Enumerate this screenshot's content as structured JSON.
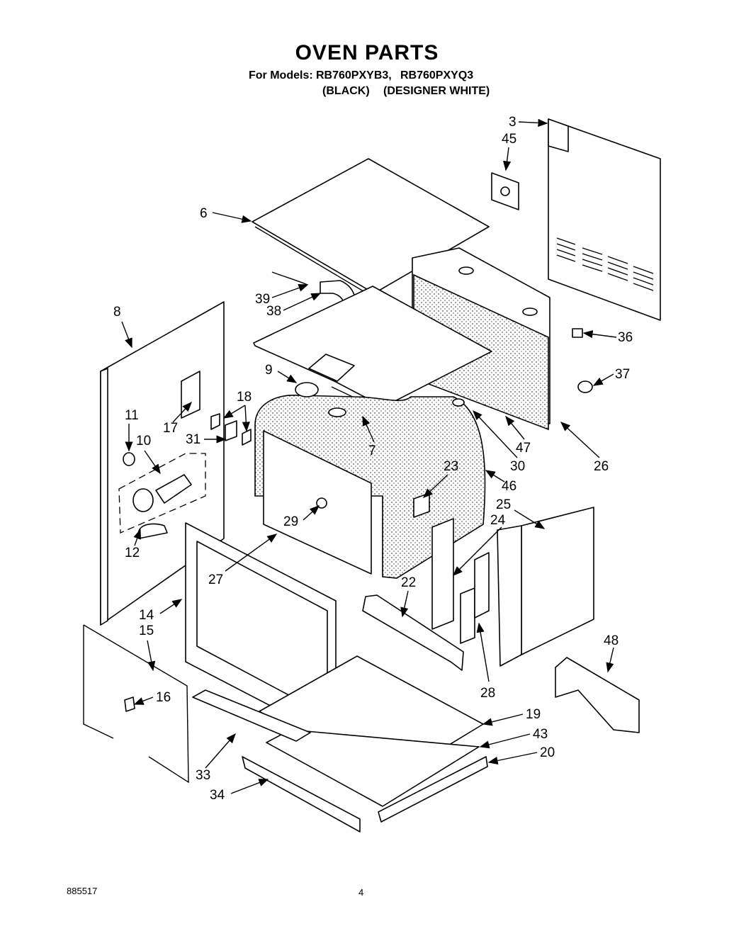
{
  "header": {
    "title": "OVEN PARTS",
    "models_prefix": "For Models:",
    "model_1": "RB760PXYB3,",
    "model_2": "RB760PXYQ3",
    "color_1": "(BLACK)",
    "color_2": "(DESIGNER WHITE)"
  },
  "footer": {
    "doc_number": "885517",
    "page_number": "4"
  },
  "callouts": [
    "3",
    "45",
    "6",
    "39",
    "38",
    "8",
    "36",
    "9",
    "37",
    "18",
    "11",
    "17",
    "31",
    "10",
    "7",
    "47",
    "30",
    "26",
    "23",
    "46",
    "25",
    "29",
    "24",
    "12",
    "27",
    "22",
    "14",
    "15",
    "48",
    "16",
    "28",
    "19",
    "33",
    "43",
    "20",
    "34"
  ]
}
